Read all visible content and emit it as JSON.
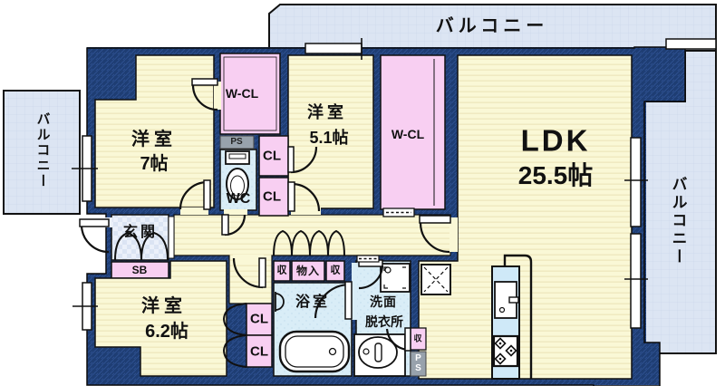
{
  "floorplan": {
    "balconies": {
      "top": "バルコニー",
      "right": "バルコニー",
      "left": "バルコニー"
    },
    "rooms": {
      "ldk": {
        "name": "LDK",
        "size": "25.5帖"
      },
      "bedroom7": {
        "name": "洋室",
        "size": "7帖"
      },
      "bedroom51": {
        "name": "洋室",
        "size": "5.1帖"
      },
      "bedroom62": {
        "name": "洋室",
        "size": "6.2帖"
      },
      "wcl_left": "W-CL",
      "wcl_center": "W-CL",
      "wc": "WC",
      "bath": "浴室",
      "washroom_line1": "洗面",
      "washroom_line2": "脱衣所",
      "genkan": "玄関"
    },
    "storage": {
      "cl_a": "CL",
      "cl_b": "CL",
      "cl_c": "CL",
      "cl_d": "CL",
      "sb": "SB",
      "shu_left": "収",
      "monoire": "物入",
      "shu_right": "収",
      "shu_small": "収"
    },
    "shafts": {
      "ps_top": "PS",
      "ps_bottom": "PS"
    },
    "colors": {
      "wall": "#1e3d73",
      "room_floor": "#faf8d6",
      "wet_floor": "#d9edf7",
      "closet": "#f8cff2",
      "balcony": "#dce5f3",
      "shaft": "#98a2ac"
    }
  }
}
